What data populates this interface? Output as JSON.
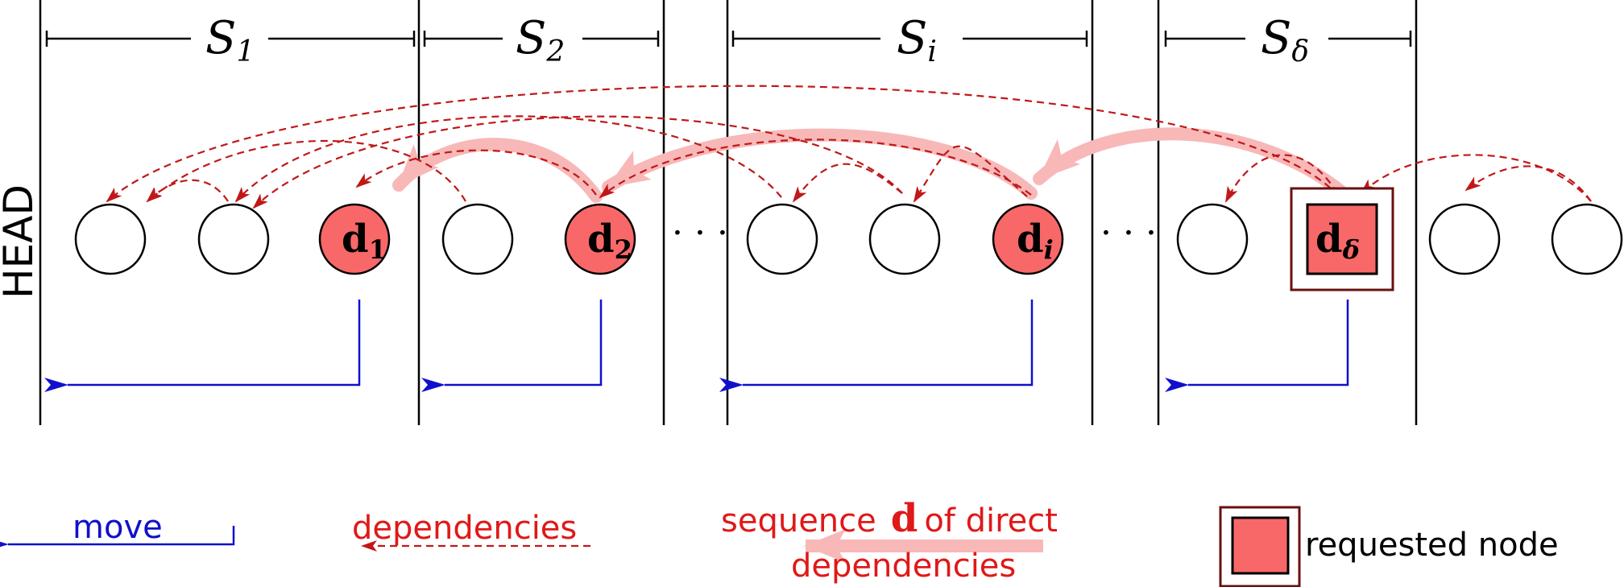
{
  "head_label": "HEAD",
  "segments": [
    {
      "name": "S",
      "sub": "1"
    },
    {
      "name": "S",
      "sub": "2"
    },
    {
      "name": "S",
      "sub": "i"
    },
    {
      "name": "S",
      "sub": "δ"
    }
  ],
  "ellipsis": "· · ·",
  "requested_nodes": [
    {
      "label": "d",
      "sub": "1"
    },
    {
      "label": "d",
      "sub": "2"
    },
    {
      "label": "d",
      "sub": "i"
    },
    {
      "label": "d",
      "sub": "δ"
    }
  ],
  "legend": {
    "move": "move",
    "dependencies": "dependencies",
    "sequence_line1_a": "sequence",
    "sequence_d": "d",
    "sequence_line1_b": "of direct",
    "sequence_line2": "dependencies",
    "requested_node": "requested node"
  },
  "colors": {
    "move": "#1010cc",
    "dependency": "#c01818",
    "requested_fill": "#f86868",
    "highlight": "#f8b8b8",
    "frame": "#6a1010"
  }
}
